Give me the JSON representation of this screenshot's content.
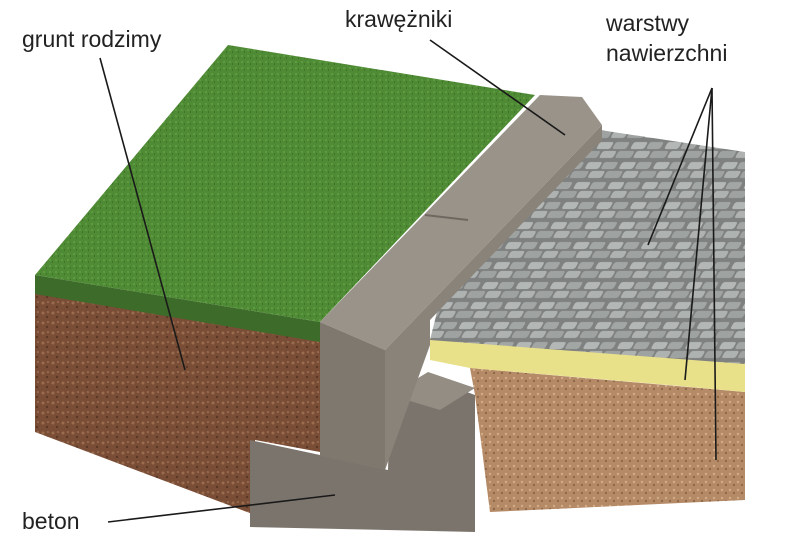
{
  "labels": {
    "native_soil": "grunt rodzimy",
    "curbs": "krawężniki",
    "surface_layers_line1": "warstwy",
    "surface_layers_line2": "nawierzchni",
    "concrete": "beton"
  },
  "colors": {
    "grass": "#4f8a35",
    "soil": "#7a4e36",
    "curb": "#8c857c",
    "concrete": "#7b746c",
    "cobbles": "#a9adac",
    "sand": "#e9e08a",
    "gravel": "#b58a66"
  }
}
